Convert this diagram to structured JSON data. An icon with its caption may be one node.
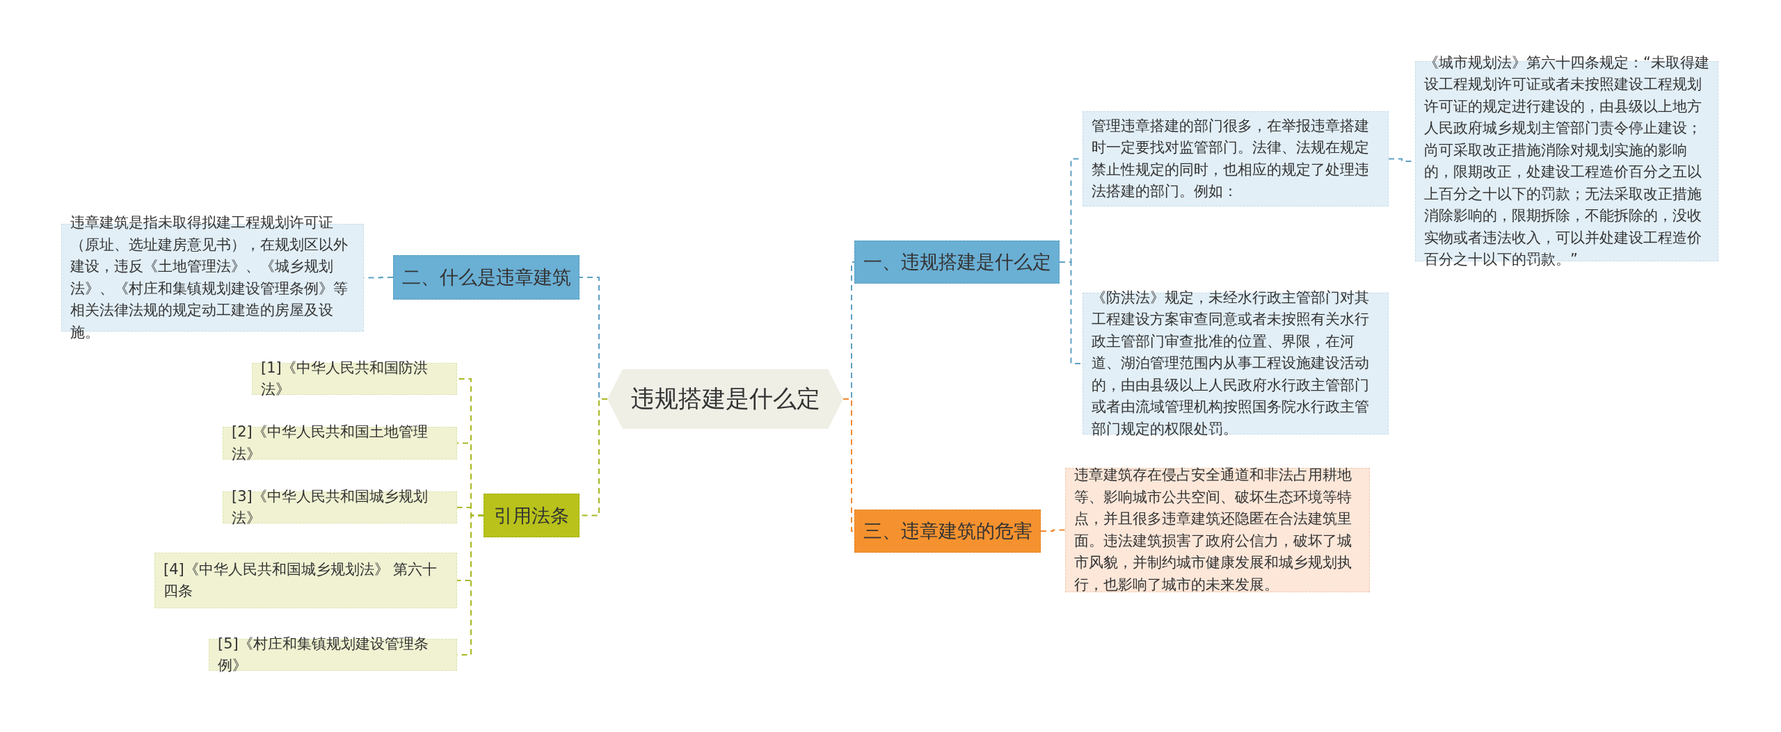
{
  "diagram": {
    "nodes": [
      {
        "text": [
          "违规搭建是什么定"
        ]
      },
      {
        "text": [
          "一、违规搭建是什么定"
        ]
      },
      {
        "text": [
          "管理违章搭建的部门很多，在举报违章搭建时一定要找对监管部门。法律、法规在规定禁止性规定的同时，也相应的规定了处理违法搭建的部门。例如："
        ]
      },
      {
        "text": [
          "《城市规划法》第六十四条规定：“未取得建设工程规划许可证或者未按照建设工程规划许可证的规定进行建设的，由县级以上地方人民政府城乡规划主管部门责令停止建设；尚可采取改正措施消除对规划实施的影响的，限期改正，处建设工程造价百分之五以上百分之十以下的罚款；无法采取改正措施消除影响的，限期拆除，不能拆除的，没收实物或者违法收入，可以并处建设工程造价百分之十以下的罚款。”"
        ]
      },
      {
        "text": [
          "《防洪法》规定，未经水行政主管部门对其工程建设方案审查同意或者未按照有关水行政主管部门审查批准的位置、界限，在河道、湖泊管理范围内从事工程设施建设活动的，由由县级以上人民政府水行政主管部门或者由流域管理机构按照国务院水行政主管部门规定的权限处罚。"
        ]
      },
      {
        "text": [
          "三、违章建筑的危害"
        ]
      },
      {
        "text": [
          "违章建筑存在侵占安全通道和非法占用耕地等、影响城市公共空间、破坏生态环境等特点，并且很多违章建筑还隐匿在合法建筑里面。违法建筑损害了政府公信力，破坏了城市风貌，并制约城市健康发展和城乡规划执行，也影响了城市的未来发展。"
        ]
      },
      {
        "text": [
          "二、什么是违章建筑"
        ]
      },
      {
        "text": [
          "违章建筑是指未取得拟建工程规划许可证（原址、选址建房意见书），在规划区以外建设，违反《土地管理法》、《城乡规划法》、《村庄和集镇规划建设管理条例》等相关法律法规的规定动工建造的房屋及设施。"
        ]
      },
      {
        "text": [
          "引用法条"
        ]
      },
      {
        "text": [
          "[1]《中华人民共和国防洪法》"
        ]
      },
      {
        "text": [
          "[2]《中华人民共和国土地管理法》"
        ]
      },
      {
        "text": [
          "[3]《中华人民共和国城乡规划法》"
        ]
      },
      {
        "text": [
          "[4]《中华人民共和国城乡规划法》 第六十四条"
        ]
      },
      {
        "text": [
          "[5]《村庄和集镇规划建设管理条例》"
        ]
      }
    ],
    "edges": [
      {
        "from": 0,
        "to": 1,
        "arrow": "none",
        "style": "dashed",
        "color": "#5fa0c4"
      },
      {
        "from": 1,
        "to": 2,
        "arrow": "none",
        "style": "dashed",
        "color": "#5fa0c4"
      },
      {
        "from": 2,
        "to": 3,
        "arrow": "none",
        "style": "dashed",
        "color": "#5fa0c4"
      },
      {
        "from": 1,
        "to": 4,
        "arrow": "none",
        "style": "dashed",
        "color": "#5fa0c4"
      },
      {
        "from": 0,
        "to": 5,
        "arrow": "none",
        "style": "dashed",
        "color": "#f08a30"
      },
      {
        "from": 5,
        "to": 6,
        "arrow": "none",
        "style": "dashed",
        "color": "#f08a30"
      },
      {
        "from": 0,
        "to": 7,
        "arrow": "none",
        "style": "dashed",
        "color": "#5fa0c4"
      },
      {
        "from": 7,
        "to": 8,
        "arrow": "none",
        "style": "dashed",
        "color": "#5fa0c4"
      },
      {
        "from": 0,
        "to": 9,
        "arrow": "none",
        "style": "dashed",
        "color": "#a9b822"
      },
      {
        "from": 9,
        "to": 10,
        "arrow": "none",
        "style": "dashed",
        "color": "#a9b822"
      },
      {
        "from": 9,
        "to": 11,
        "arrow": "none",
        "style": "dashed",
        "color": "#a9b822"
      },
      {
        "from": 9,
        "to": 12,
        "arrow": "none",
        "style": "dashed",
        "color": "#a9b822"
      },
      {
        "from": 9,
        "to": 13,
        "arrow": "none",
        "style": "dashed",
        "color": "#a9b822"
      },
      {
        "from": 9,
        "to": 14,
        "arrow": "none",
        "style": "dashed",
        "color": "#a9b822"
      }
    ]
  }
}
